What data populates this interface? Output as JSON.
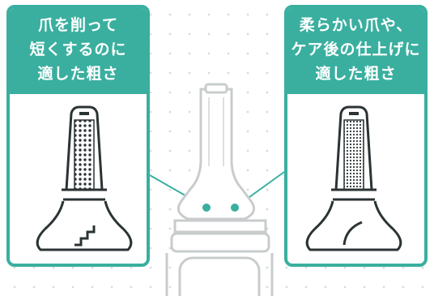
{
  "colors": {
    "accent": "#3aaf9f",
    "outline": "#2b3335",
    "device": "#c9cccd"
  },
  "left_card": {
    "lines": [
      "爪を削って",
      "短くするのに",
      "適した粗さ"
    ],
    "icon": "coarse-file-icon"
  },
  "right_card": {
    "lines": [
      "柔らかい爪や、",
      "ケア後の仕上げに",
      "適した粗さ"
    ],
    "icon": "fine-file-icon"
  }
}
